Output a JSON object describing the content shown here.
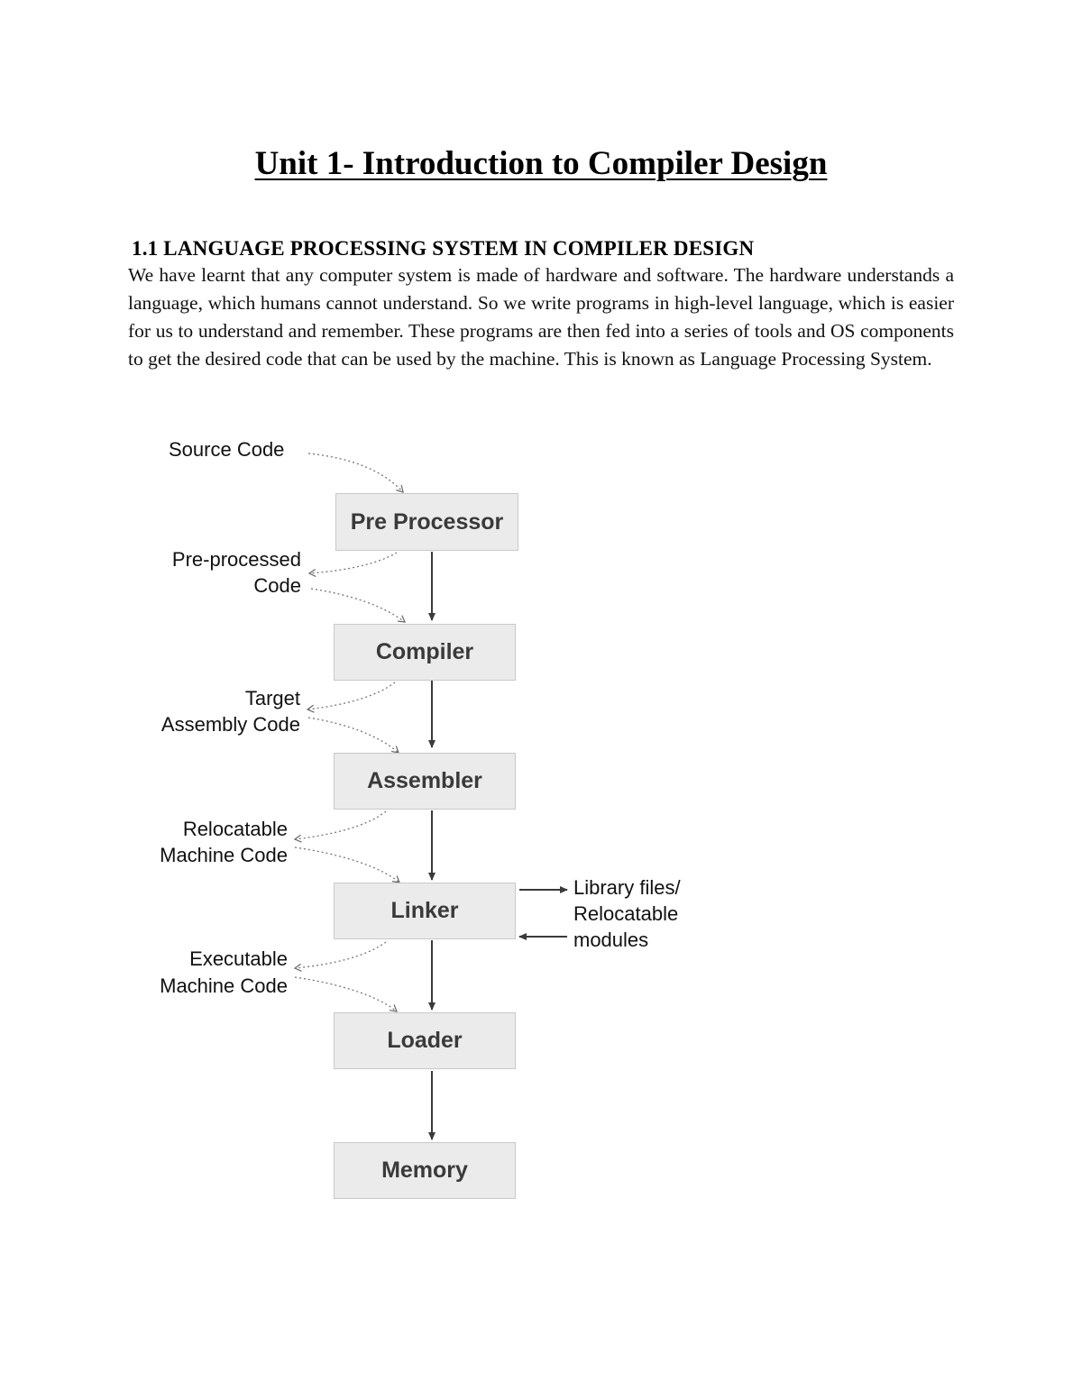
{
  "document": {
    "title": "Unit 1- Introduction to Compiler Design",
    "section_heading": "1.1 LANGUAGE PROCESSING SYSTEM IN COMPILER DESIGN",
    "paragraph": "We have learnt that any computer system is made of hardware and software. The hardware understands a language, which humans cannot understand. So we write programs in high-level language, which is easier for us to understand and remember. These programs are then fed into a series of tools and OS components to get the desired code that can be used by the machine. This is known as Language Processing System."
  },
  "diagram": {
    "stages": [
      {
        "label": "Pre Processor"
      },
      {
        "label": "Compiler"
      },
      {
        "label": "Assembler"
      },
      {
        "label": "Linker"
      },
      {
        "label": "Loader"
      },
      {
        "label": "Memory"
      }
    ],
    "side_labels": {
      "source": "Source Code",
      "preprocessed_1": "Pre-processed",
      "preprocessed_2": "Code",
      "target_1": "Target",
      "target_2": "Assembly Code",
      "relocatable_1": "Relocatable",
      "relocatable_2": "Machine Code",
      "executable_1": "Executable",
      "executable_2": "Machine Code",
      "library_1": "Library files/",
      "library_2": "Relocatable",
      "library_3": "modules"
    }
  }
}
